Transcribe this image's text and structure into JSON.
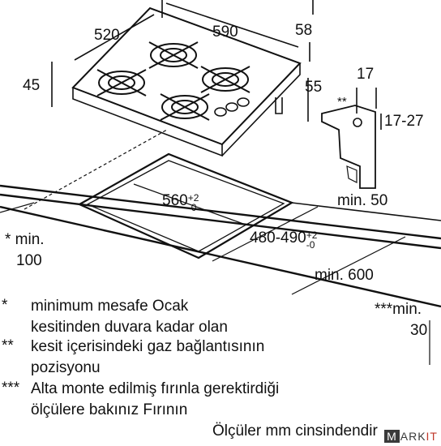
{
  "dimensions": {
    "width_520": "520",
    "width_590": "590",
    "depth_58": "58",
    "height_45": "45",
    "offset_55": "55",
    "offset_17": "17",
    "range_17_27": "17-27",
    "double_star": "**",
    "min_50": "min. 50",
    "cutout_560": "560",
    "cutout_560_tol_plus": "+2",
    "cutout_560_tol_minus": "-0",
    "cutout_480_490": "480-490",
    "cutout_480_tol_plus": "+2",
    "cutout_480_tol_minus": "-0",
    "min_100_a": "* min.",
    "min_100_b": "100",
    "min_600": "min. 600",
    "min_30_a": "***min.",
    "min_30_b": "30"
  },
  "notes": [
    {
      "mark": "*",
      "lines": [
        "minimum mesafe Ocak",
        "kesitinden duvara kadar olan"
      ]
    },
    {
      "mark": "**",
      "lines": [
        "kesit içerisindeki gaz bağlantısının",
        "pozisyonu"
      ]
    },
    {
      "mark": "***",
      "lines": [
        "Alta monte edilmiş fırınla gerektirdiği",
        "ölçülere bakınız Fırının"
      ]
    }
  ],
  "footer": "Ölçüler mm cinsindendir",
  "logo": {
    "m": "M",
    "rest": "ARK",
    "i": "IT"
  }
}
